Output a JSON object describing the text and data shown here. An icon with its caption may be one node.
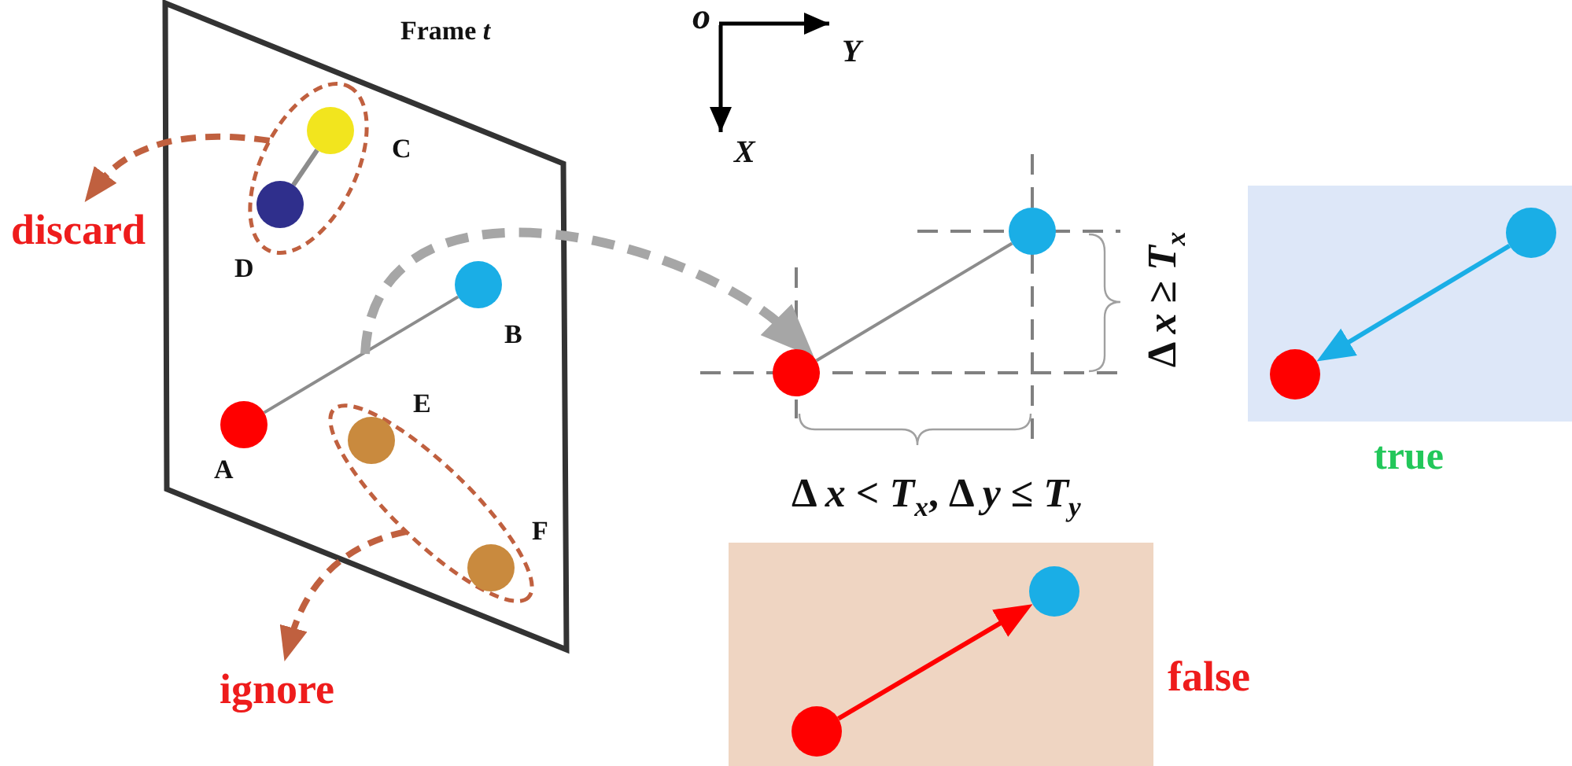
{
  "diagram": {
    "nodes": [
      {
        "text": [
          "Frame *t*"
        ]
      },
      {
        "text": [],
        "shape": "ellipse",
        "in": 0
      },
      {
        "text": [],
        "shape": "circle",
        "in": 1,
        "beside": [
          "C"
        ]
      },
      {
        "text": [],
        "shape": "circle",
        "in": 1,
        "beside": [
          "D"
        ]
      },
      {
        "text": [],
        "shape": "circle",
        "in": 0,
        "beside": [
          "B"
        ]
      },
      {
        "text": [],
        "shape": "circle",
        "in": 0,
        "beside": [
          "A"
        ]
      },
      {
        "text": [],
        "shape": "ellipse",
        "in": 0
      },
      {
        "text": [],
        "shape": "circle",
        "in": 6,
        "beside": [
          "E"
        ]
      },
      {
        "text": [],
        "shape": "circle",
        "in": 6,
        "beside": [
          "F"
        ]
      },
      {
        "text": [
          "discard"
        ]
      },
      {
        "text": [
          "ignore"
        ]
      },
      {
        "text": [],
        "shape": "circle"
      },
      {
        "text": [],
        "shape": "circle"
      },
      {
        "text": [],
        "shape": "box",
        "beside": [
          "true"
        ]
      },
      {
        "text": [],
        "shape": "circle",
        "in": 13
      },
      {
        "text": [],
        "shape": "circle",
        "in": 13
      },
      {
        "text": [],
        "shape": "box",
        "beside": [
          "false"
        ]
      },
      {
        "text": [],
        "shape": "circle",
        "in": 16
      },
      {
        "text": [],
        "shape": "circle",
        "in": 16
      }
    ],
    "edges": [
      {
        "from": 2,
        "to": 3,
        "arrow": "none"
      },
      {
        "from": 5,
        "to": 4,
        "arrow": "none"
      },
      {
        "from": 1,
        "to": 9,
        "arrow": "to",
        "style": "dashed",
        "color": "#c0603f"
      },
      {
        "from": 6,
        "to": 10,
        "arrow": "to",
        "style": "dashed",
        "color": "#c0603f"
      },
      {
        "from": null,
        "to": 12,
        "arrow": "to",
        "style": "dashed",
        "color": "#a6a6a6"
      },
      {
        "from": 12,
        "to": 11,
        "arrow": "none"
      },
      {
        "from": 14,
        "to": 15,
        "arrow": "to",
        "color": "#1aaee6"
      },
      {
        "from": 18,
        "to": 17,
        "arrow": "to",
        "color": "#ff0000"
      }
    ],
    "labels": [
      "o",
      "Y",
      "X",
      "Δ *x* ≥ *T*$_{x}$",
      "Δ *x* < *T*$_{x}$, Δ *y* ≤ *T*$_{y}$"
    ]
  }
}
